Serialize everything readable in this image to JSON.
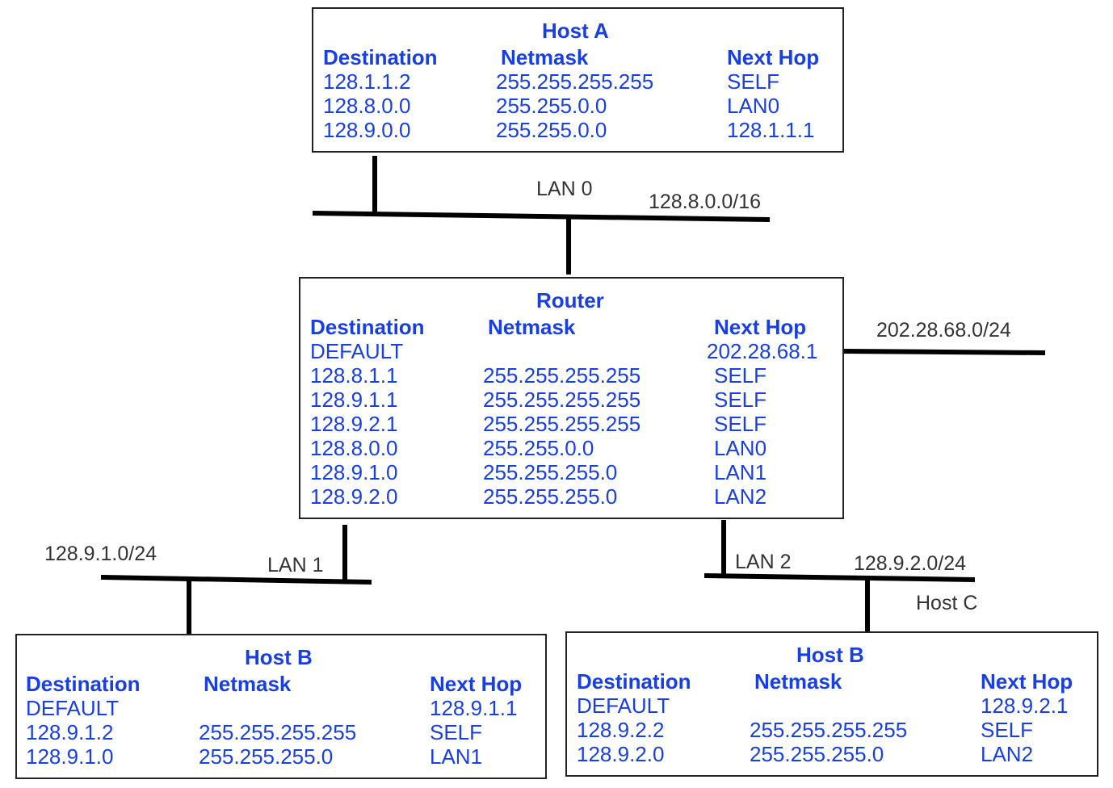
{
  "networks": {
    "lan0": {
      "name": "LAN 0",
      "subnet": "128.8.0.0/16"
    },
    "lan1": {
      "name": "LAN 1",
      "subnet": "128.9.1.0/24"
    },
    "lan2": {
      "name": "LAN 2",
      "subnet": "128.9.2.0/24"
    },
    "wan": {
      "subnet": "202.28.68.0/24"
    },
    "host_c_label": "Host C"
  },
  "headers": {
    "destination": "Destination",
    "netmask": "Netmask",
    "next_hop": "Next Hop"
  },
  "tables": {
    "host_a": {
      "title": "Host A",
      "rows": [
        [
          "128.1.1.2",
          "255.255.255.255",
          "SELF"
        ],
        [
          "128.8.0.0",
          "255.255.0.0",
          "LAN0"
        ],
        [
          "128.9.0.0",
          "255.255.0.0",
          "128.1.1.1"
        ]
      ]
    },
    "router": {
      "title": "Router",
      "rows": [
        [
          "DEFAULT",
          "",
          "202.28.68.1"
        ],
        [
          "128.8.1.1",
          "255.255.255.255",
          "SELF"
        ],
        [
          "128.9.1.1",
          "255.255.255.255",
          "SELF"
        ],
        [
          "128.9.2.1",
          "255.255.255.255",
          "SELF"
        ],
        [
          "128.8.0.0",
          "255.255.0.0",
          "LAN0"
        ],
        [
          "128.9.1.0",
          "255.255.255.0",
          "LAN1"
        ],
        [
          "128.9.2.0",
          "255.255.255.0",
          "LAN2"
        ]
      ]
    },
    "host_b_left": {
      "title": "Host B",
      "rows": [
        [
          "DEFAULT",
          "",
          "128.9.1.1"
        ],
        [
          "128.9.1.2",
          "255.255.255.255",
          "SELF"
        ],
        [
          "128.9.1.0",
          "255.255.255.0",
          "LAN1"
        ]
      ]
    },
    "host_b_right": {
      "title": "Host B",
      "rows": [
        [
          "DEFAULT",
          "",
          "128.9.2.1"
        ],
        [
          "128.9.2.2",
          "255.255.255.255",
          "SELF"
        ],
        [
          "128.9.2.0",
          "255.255.255.0",
          "LAN2"
        ]
      ]
    }
  }
}
